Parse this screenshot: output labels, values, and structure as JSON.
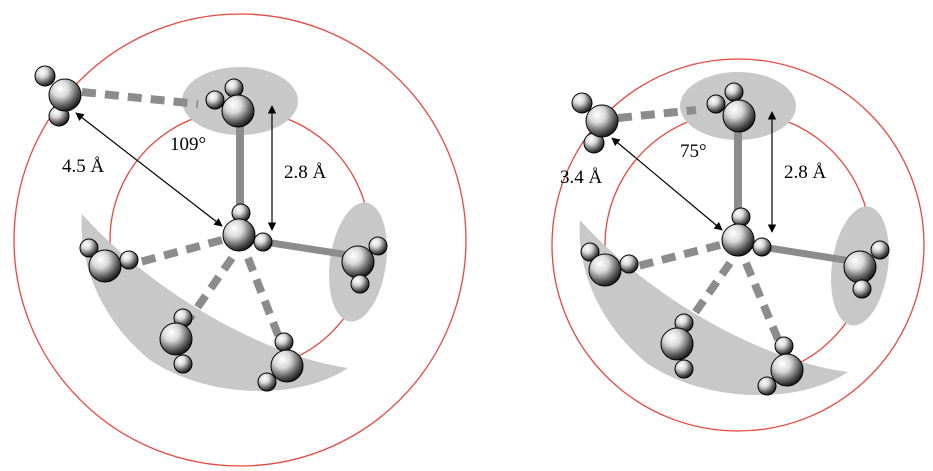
{
  "panels": [
    {
      "id": "left",
      "angle_label": "109°",
      "distance_second_shell": "4.5 Å",
      "distance_first_shell": "2.8 Å"
    },
    {
      "id": "right",
      "angle_label": "75°",
      "distance_second_shell": "3.4 Å",
      "distance_first_shell": "2.8 Å"
    }
  ],
  "colors": {
    "shell_circle": "#e8473d",
    "shaded_region": "#c8c8c8",
    "bond": "#8c8c8c",
    "atom_highlight": "#ffffff",
    "atom_dark": "#111111"
  }
}
